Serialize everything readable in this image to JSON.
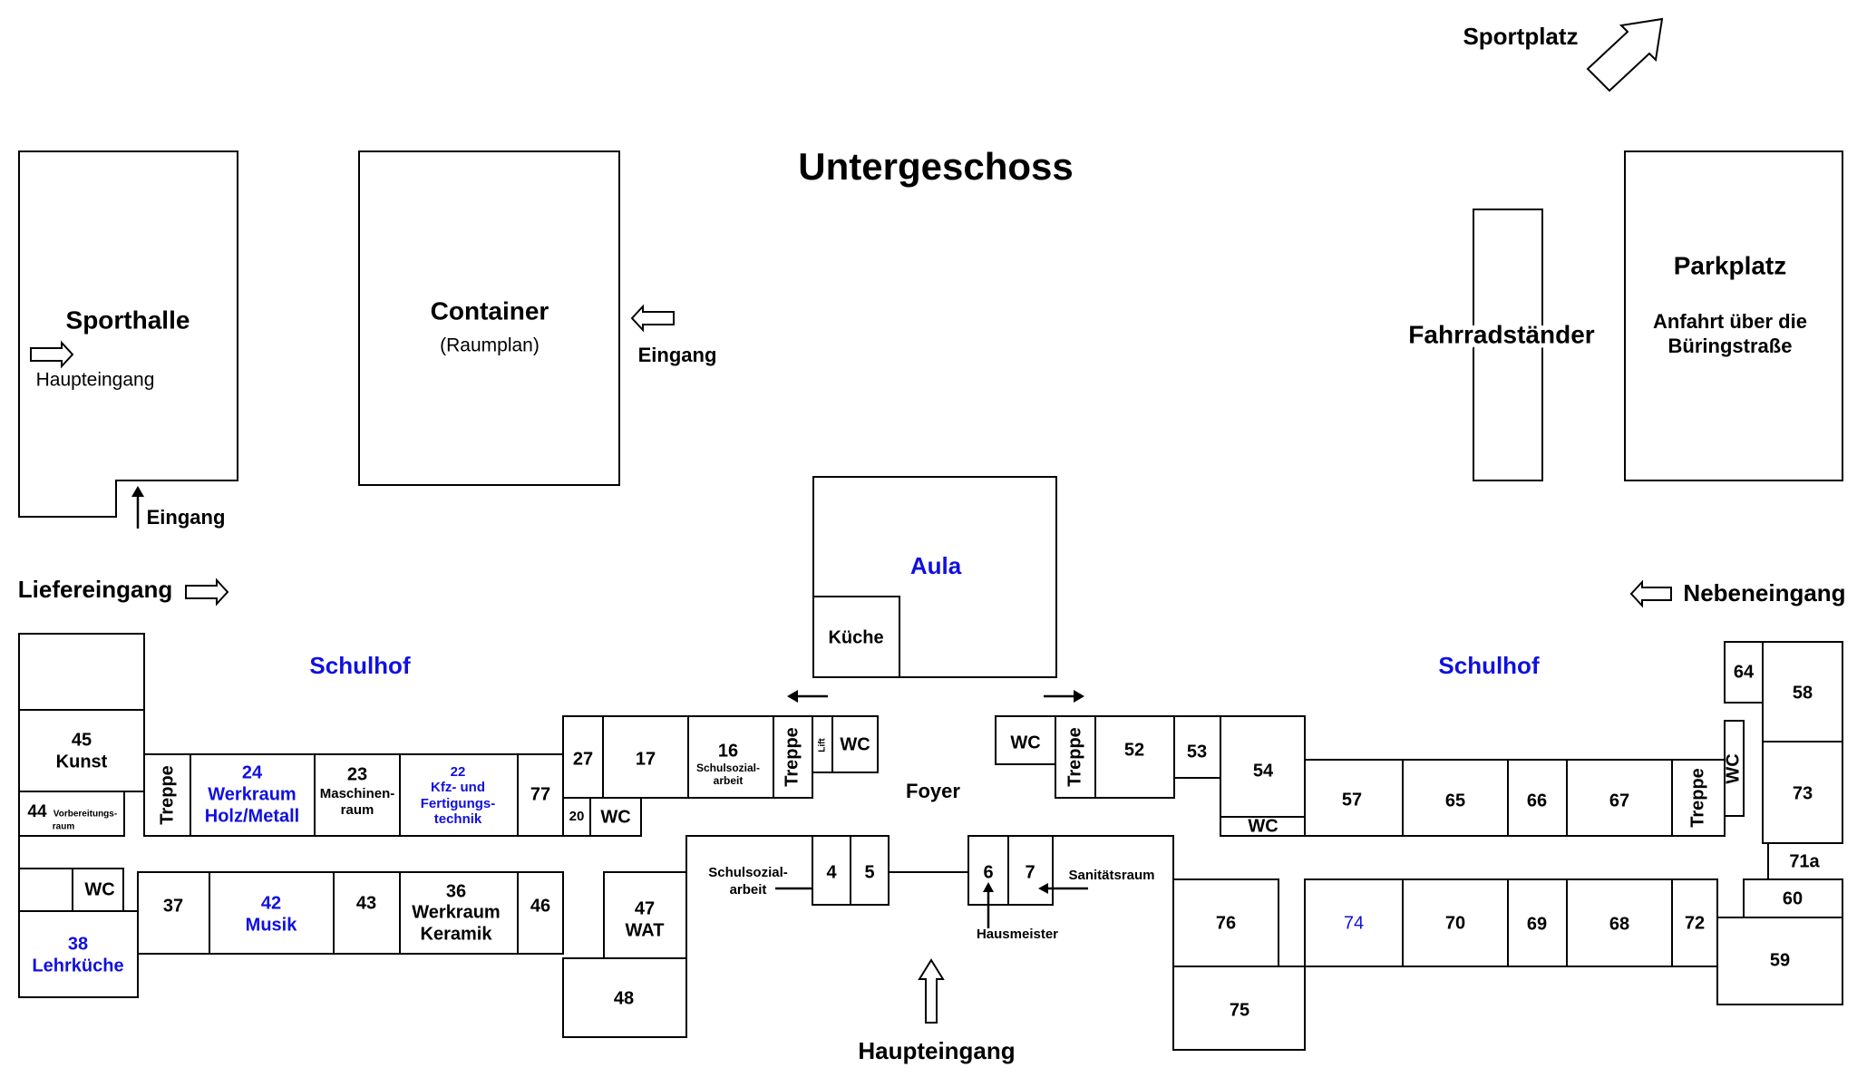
{
  "title": "Untergeschoss",
  "colors": {
    "highlight": "#1010e0",
    "line": "#000000",
    "background": "#ffffff"
  },
  "buildings": {
    "sporthalle": {
      "name": "Sporthalle",
      "entrance": "Haupteingang",
      "side_entrance": "Eingang"
    },
    "container": {
      "name": "Container",
      "note": "(Raumplan)",
      "entrance": "Eingang"
    },
    "fahrrad": "Fahrradständer",
    "parkplatz": {
      "name": "Parkplatz",
      "line1": "Anfahrt über die",
      "line2": "Büringstraße"
    },
    "sportplatz": "Sportplatz"
  },
  "outdoor": {
    "liefereingang": "Liefereingang",
    "nebeneingang": "Nebeneingang",
    "schulhof_left": "Schulhof",
    "schulhof_right": "Schulhof",
    "haupteingang": "Haupteingang",
    "foyer": "Foyer"
  },
  "center": {
    "aula": "Aula",
    "kueche": "Küche",
    "hausmeister": "Hausmeister",
    "sanitaetsraum": "Sanitätsraum",
    "schulsozial1": "Schulsozial-",
    "schulsozial2": "arbeit"
  },
  "rooms": {
    "r45": "45",
    "r45b": "Kunst",
    "r44": "44",
    "r44b1": "Vorbereitungs-",
    "r44b2": "raum",
    "treppe": "Treppe",
    "r24": "24",
    "r24b": "Werkraum",
    "r24c": "Holz/Metall",
    "r23": "23",
    "r23b": "Maschinen-",
    "r23c": "raum",
    "r22": "22",
    "r22b": "Kfz- und",
    "r22c": "Fertigungs-",
    "r22d": "technik",
    "r77": "77",
    "r27": "27",
    "r20": "20",
    "r17": "17",
    "r16": "16",
    "r16b": "Schulsozial-",
    "r16c": "arbeit",
    "lift": "Lift",
    "wc": "WC",
    "r38": "38",
    "r38b": "Lehrküche",
    "r37": "37",
    "r42": "42",
    "r42b": "Musik",
    "r43": "43",
    "r36": "36",
    "r36b": "Werkraum",
    "r36c": "Keramik",
    "r46": "46",
    "r47": "47",
    "r47b": "WAT",
    "r48": "48",
    "r4": "4",
    "r5": "5",
    "r6": "6",
    "r7": "7",
    "r52": "52",
    "r53": "53",
    "r54": "54",
    "r57": "57",
    "r65": "65",
    "r66": "66",
    "r67": "67",
    "r64": "64",
    "r58": "58",
    "r73": "73",
    "r71a": "71a",
    "r60": "60",
    "r59": "59",
    "r76": "76",
    "r75": "75",
    "r74": "74",
    "r70": "70",
    "r69": "69",
    "r68": "68",
    "r72": "72"
  }
}
